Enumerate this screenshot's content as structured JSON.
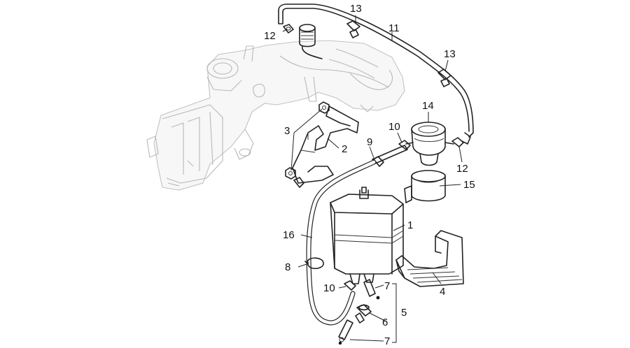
{
  "callouts": [
    {
      "id": "c13a",
      "text": "13"
    },
    {
      "id": "c12a",
      "text": "12"
    },
    {
      "id": "c11",
      "text": "11"
    },
    {
      "id": "c13b",
      "text": "13"
    },
    {
      "id": "c14",
      "text": "14"
    },
    {
      "id": "c10a",
      "text": "10"
    },
    {
      "id": "c3",
      "text": "3"
    },
    {
      "id": "c2",
      "text": "2"
    },
    {
      "id": "c9",
      "text": "9"
    },
    {
      "id": "c12b",
      "text": "12"
    },
    {
      "id": "c15",
      "text": "15"
    },
    {
      "id": "c1",
      "text": "1"
    },
    {
      "id": "c16",
      "text": "16"
    },
    {
      "id": "c8",
      "text": "8"
    },
    {
      "id": "c4",
      "text": "4"
    },
    {
      "id": "c10b",
      "text": "10"
    },
    {
      "id": "c7a",
      "text": "7"
    },
    {
      "id": "c5",
      "text": "5"
    },
    {
      "id": "c6",
      "text": "6"
    },
    {
      "id": "c7b",
      "text": "7"
    }
  ]
}
